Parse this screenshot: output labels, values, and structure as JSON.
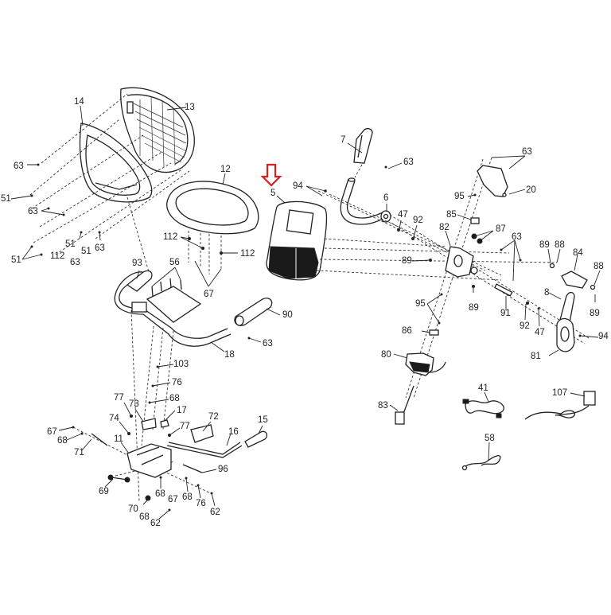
{
  "diagram": {
    "type": "exploded-parts-diagram",
    "highlight_color": "#d62020",
    "highlighted_part": "5",
    "labels": [
      {
        "id": "l13",
        "text": "13"
      },
      {
        "id": "l14",
        "text": "14"
      },
      {
        "id": "l12",
        "text": "12"
      },
      {
        "id": "l5",
        "text": "5"
      },
      {
        "id": "l7",
        "text": "7"
      },
      {
        "id": "l63a",
        "text": "63"
      },
      {
        "id": "l63b",
        "text": "63"
      },
      {
        "id": "l20",
        "text": "20"
      },
      {
        "id": "l94a",
        "text": "94"
      },
      {
        "id": "l6",
        "text": "6"
      },
      {
        "id": "l47a",
        "text": "47"
      },
      {
        "id": "l92a",
        "text": "92"
      },
      {
        "id": "l95a",
        "text": "95"
      },
      {
        "id": "l85",
        "text": "85"
      },
      {
        "id": "l82",
        "text": "82"
      },
      {
        "id": "l87",
        "text": "87"
      },
      {
        "id": "l63c",
        "text": "63"
      },
      {
        "id": "l89a",
        "text": "89"
      },
      {
        "id": "l88a",
        "text": "88"
      },
      {
        "id": "l84",
        "text": "84"
      },
      {
        "id": "l88b",
        "text": "88"
      },
      {
        "id": "l89b",
        "text": "89"
      },
      {
        "id": "l89c",
        "text": "89"
      },
      {
        "id": "l8",
        "text": "8"
      },
      {
        "id": "l95b",
        "text": "95"
      },
      {
        "id": "l89d",
        "text": "89"
      },
      {
        "id": "l91",
        "text": "91"
      },
      {
        "id": "l92b",
        "text": "92"
      },
      {
        "id": "l47b",
        "text": "47"
      },
      {
        "id": "l94b",
        "text": "94"
      },
      {
        "id": "l86",
        "text": "86"
      },
      {
        "id": "l81",
        "text": "81"
      },
      {
        "id": "l80",
        "text": "80"
      },
      {
        "id": "l83",
        "text": "83"
      },
      {
        "id": "l41",
        "text": "41"
      },
      {
        "id": "l107",
        "text": "107"
      },
      {
        "id": "l58",
        "text": "58"
      },
      {
        "id": "l63d",
        "text": "63"
      },
      {
        "id": "l51a",
        "text": "51"
      },
      {
        "id": "l63e",
        "text": "63"
      },
      {
        "id": "l51b",
        "text": "51"
      },
      {
        "id": "l112a",
        "text": "112"
      },
      {
        "id": "l51c",
        "text": "51"
      },
      {
        "id": "l51d",
        "text": "51"
      },
      {
        "id": "l63f",
        "text": "63"
      },
      {
        "id": "l63g",
        "text": "63"
      },
      {
        "id": "l112b",
        "text": "112"
      },
      {
        "id": "l112c",
        "text": "112"
      },
      {
        "id": "l56",
        "text": "56"
      },
      {
        "id": "l93",
        "text": "93"
      },
      {
        "id": "l67a",
        "text": "67"
      },
      {
        "id": "l90",
        "text": "90"
      },
      {
        "id": "l63h",
        "text": "63"
      },
      {
        "id": "l18",
        "text": "18"
      },
      {
        "id": "l103",
        "text": "103"
      },
      {
        "id": "l76a",
        "text": "76"
      },
      {
        "id": "l77a",
        "text": "77"
      },
      {
        "id": "l73",
        "text": "73"
      },
      {
        "id": "l68a",
        "text": "68"
      },
      {
        "id": "l17",
        "text": "17"
      },
      {
        "id": "l74",
        "text": "74"
      },
      {
        "id": "l77b",
        "text": "77"
      },
      {
        "id": "l72",
        "text": "72"
      },
      {
        "id": "l15",
        "text": "15"
      },
      {
        "id": "l67b",
        "text": "67"
      },
      {
        "id": "l68b",
        "text": "68"
      },
      {
        "id": "l71",
        "text": "71"
      },
      {
        "id": "l11",
        "text": "11"
      },
      {
        "id": "l16",
        "text": "16"
      },
      {
        "id": "l96",
        "text": "96"
      },
      {
        "id": "l69",
        "text": "69"
      },
      {
        "id": "l68c",
        "text": "68"
      },
      {
        "id": "l67c",
        "text": "67"
      },
      {
        "id": "l68d",
        "text": "68"
      },
      {
        "id": "l76b",
        "text": "76"
      },
      {
        "id": "l62a",
        "text": "62"
      },
      {
        "id": "l70",
        "text": "70"
      },
      {
        "id": "l68e",
        "text": "68"
      },
      {
        "id": "l62b",
        "text": "62"
      }
    ]
  }
}
